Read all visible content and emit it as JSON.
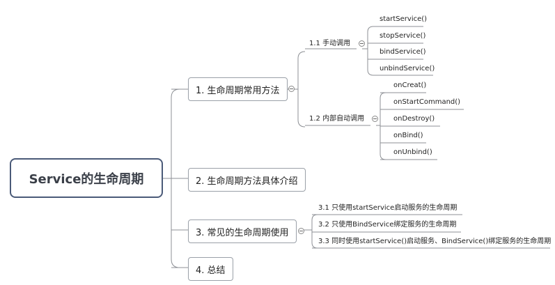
{
  "root": {
    "title": "Service的生命周期"
  },
  "branches": [
    {
      "label": "1. 生命周期常用方法",
      "sub": [
        {
          "label": "1.1  手动调用",
          "leaves": [
            "startService()",
            "stopService()",
            "bindService()",
            "unbindService()"
          ]
        },
        {
          "label": "1.2  内部自动调用",
          "leaves": [
            "onCreat()",
            "onStartCommand()",
            "onDestroy()",
            "onBind()",
            "onUnbind()"
          ]
        }
      ]
    },
    {
      "label": "2. 生命周期方法具体介绍"
    },
    {
      "label": "3. 常见的生命周期使用",
      "leaves": [
        "3.1  只使用startService启动服务的生命周期",
        "3.2  只使用BindService绑定服务的生命周期",
        "3.3  同时使用startService()启动服务、BindService()绑定服务的生命周期"
      ]
    },
    {
      "label": "4. 总结"
    }
  ],
  "colors": {
    "line": "#8c8f94",
    "root_border": "#4a5a78"
  }
}
